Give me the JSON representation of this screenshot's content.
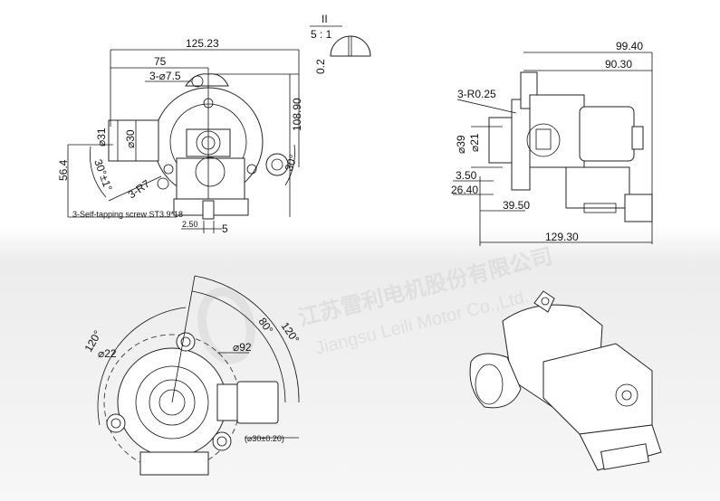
{
  "watermark": {
    "company_cn": "江苏雷利电机股份有限公司",
    "company_en": "Jiangsu Leili Motor Co.,Ltd."
  },
  "front_view": {
    "overall_width": "125.23",
    "inlet_offset": "75",
    "mount_holes": "3-⌀7.5",
    "overall_height": "108.90",
    "outlet_outer_dia": "⌀31",
    "outlet_inner_dia": "⌀30",
    "outlet_height": "56.4",
    "outlet_angle": "30°±1°",
    "mount_radius": "3-R7",
    "right_angle": "30°",
    "screw_note": "3-Self-tapping screw ST3.9*18",
    "terminal_gap": "2.50",
    "terminal_width": "5"
  },
  "detail": {
    "label": "II",
    "scale": "5 : 1",
    "depth": "0.2"
  },
  "side_view": {
    "overall_length": "99.40",
    "body_length": "90.30",
    "fillet": "3-R0.25",
    "dia_large": "⌀39",
    "dia_small": "⌀21",
    "offset_small": "3.50",
    "offset_mid": "26.40",
    "offset_large": "39.50",
    "total_length": "129.30"
  },
  "bottom_view": {
    "angle_left": "120°",
    "angle_mid": "80°",
    "angle_right": "120°",
    "inlet_dia": "⌀22",
    "flange_dia": "⌀92",
    "outlet_dia": "(⌀30±0.20)"
  }
}
